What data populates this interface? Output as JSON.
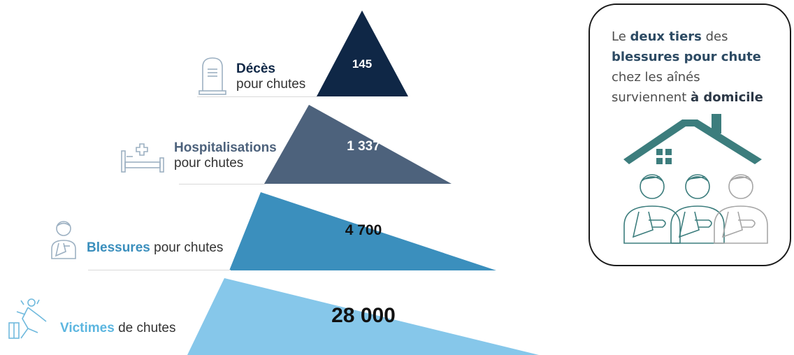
{
  "colors": {
    "level_deces": "#0f2746",
    "level_hospitalisations": "#4d627c",
    "level_blessures": "#3b8fbd",
    "level_victimes": "#86c7ea",
    "house": "#3c7d7d",
    "icon_stroke": "#9cb0c2"
  },
  "levels": [
    {
      "id": "deces",
      "value_label": "145",
      "keyword": "Décès",
      "rest": "pour chutes",
      "icon": "tombstone-icon"
    },
    {
      "id": "hospitalisations",
      "value_label": "1 337",
      "keyword": "Hospitalisations",
      "rest": "pour chutes",
      "icon": "hospital-bed-icon"
    },
    {
      "id": "blessures",
      "value_label": "4 700",
      "keyword": "Blessures",
      "rest": " pour chutes",
      "icon": "injured-person-icon"
    },
    {
      "id": "victimes",
      "value_label": "28 000",
      "keyword": "Victimes",
      "rest": " de chutes",
      "icon": "falling-person-icon"
    }
  ],
  "callout": {
    "t1": "Le ",
    "t2": "deux tiers",
    "t3": " des",
    "t4": "blessures pour chute",
    "t5": "chez les aînés",
    "t6": "surviennent ",
    "t7": "à domicile",
    "icon": "house-with-seniors-icon"
  }
}
